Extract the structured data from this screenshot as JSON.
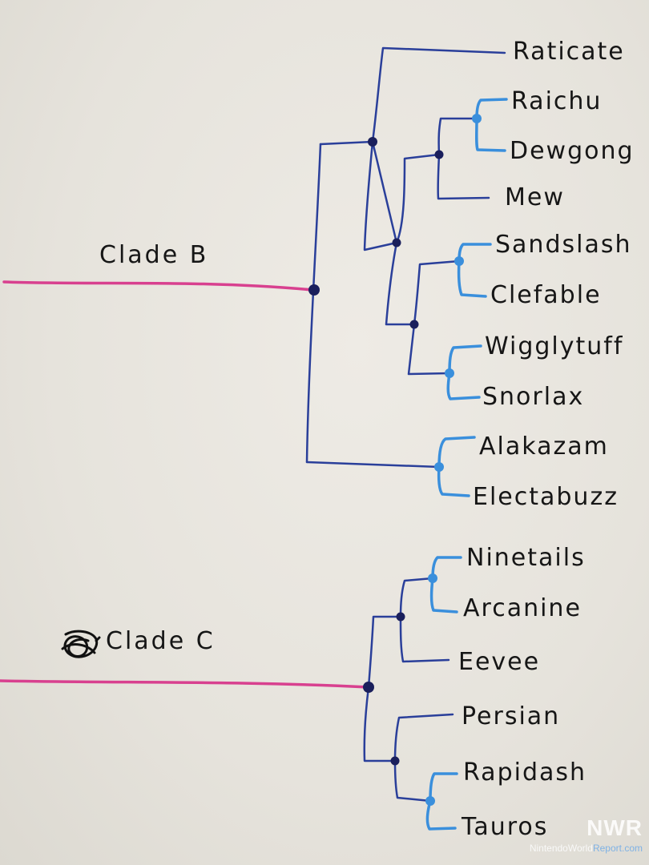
{
  "diagram": {
    "clades": [
      {
        "label": "Clade B"
      },
      {
        "label": "Clade C"
      }
    ],
    "leaves": [
      "Raticate",
      "Raichu",
      "Dewgong",
      "Mew",
      "Sandslash",
      "Clefable",
      "Wigglytuff",
      "Snorlax",
      "Alakazam",
      "Electabuzz",
      "Ninetails",
      "Arcanine",
      "Eevee",
      "Persian",
      "Rapidash",
      "Tauros"
    ]
  },
  "watermark": {
    "logo": "NWR",
    "site_prefix": "NintendoWorld",
    "site_suffix": "Report.com"
  },
  "colors": {
    "clade_line": "#d8408f",
    "dark_blue": "#2a3f9a",
    "light_blue": "#3a8fdc",
    "node": "#1a1f5c",
    "paper": "#e9e6e0"
  }
}
